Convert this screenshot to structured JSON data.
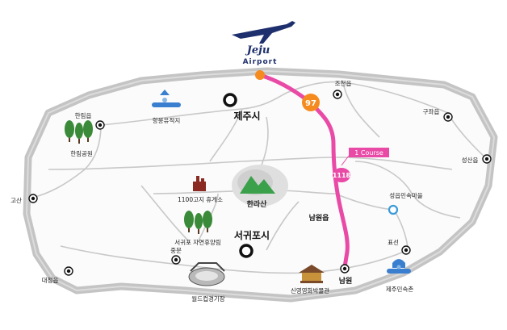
{
  "logo": {
    "brand": "Jeju",
    "caption": "Airport"
  },
  "cities": {
    "jeju": "제주시",
    "seogwipo": "서귀포시"
  },
  "mountain": "한라산",
  "towns": {
    "namwon_eup": "남원읍",
    "namwon": "남원"
  },
  "places": {
    "jocheon": "조천읍",
    "gujwa": "구좌읍",
    "seongsan": "성산읍",
    "hallim": "한림읍",
    "hallim_park": "한림공원",
    "gosan": "고산",
    "daejeong": "대정읍",
    "jungmun": "중문",
    "hangmong": "항몽유적지",
    "rest_area": "1100고지 휴게소",
    "recreation_forest": "서귀포 자연휴양림",
    "seongeup": "성읍민속마을",
    "pyoseon": "표선",
    "folk_village": "제주민속촌",
    "shinyoung": "신영영화박물관",
    "worldcup": "월드컵경기장"
  },
  "route": {
    "road_97": "97",
    "road_1118": "1118",
    "course_label": "1 Course",
    "color": "#e94aa6",
    "start_marker_color": "#f58a1f",
    "seongeup_marker_color": "#3a9ad9"
  }
}
